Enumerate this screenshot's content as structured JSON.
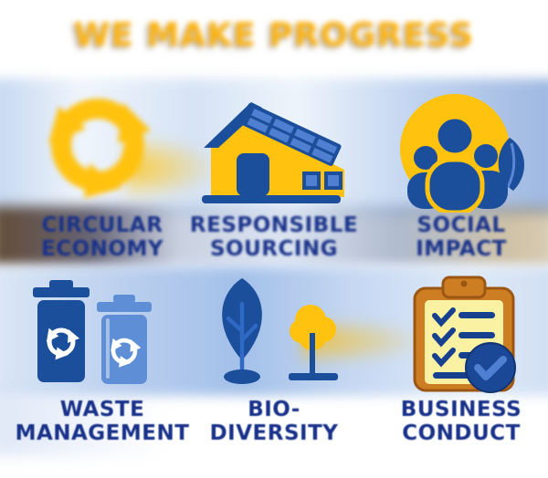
{
  "title": {
    "text": "WE MAKE PROGRESS"
  },
  "colors": {
    "title_gold": "#FCB415",
    "label_navy": "#1A338A",
    "icon_yellow": "#FFC20E",
    "icon_dark_blue": "#1B4E9B",
    "icon_light_blue": "#5E8ED6",
    "clipboard_orange": "#CE7E22",
    "paper_yellow": "#FBF1A3"
  },
  "grid": {
    "items": [
      {
        "id": "circular-economy",
        "icon": "circular-arrows-icon",
        "label_lines": [
          "CIRCULAR",
          "ECONOMY"
        ]
      },
      {
        "id": "responsible-sourcing",
        "icon": "solar-house-icon",
        "label_lines": [
          "RESPONSIBLE",
          "SOURCING"
        ]
      },
      {
        "id": "social-impact",
        "icon": "people-leaf-icon",
        "label_lines": [
          "SOCIAL",
          "IMPACT"
        ]
      },
      {
        "id": "waste-management",
        "icon": "recycling-bins-icon",
        "label_lines": [
          "WASTE",
          "MANAGEMENT"
        ]
      },
      {
        "id": "bio-diversity",
        "icon": "trees-icon",
        "label_lines": [
          "BIO-",
          "DIVERSITY"
        ]
      },
      {
        "id": "business-conduct",
        "icon": "checklist-clipboard-icon",
        "label_lines": [
          "BUSINESS",
          "CONDUCT"
        ]
      }
    ]
  }
}
